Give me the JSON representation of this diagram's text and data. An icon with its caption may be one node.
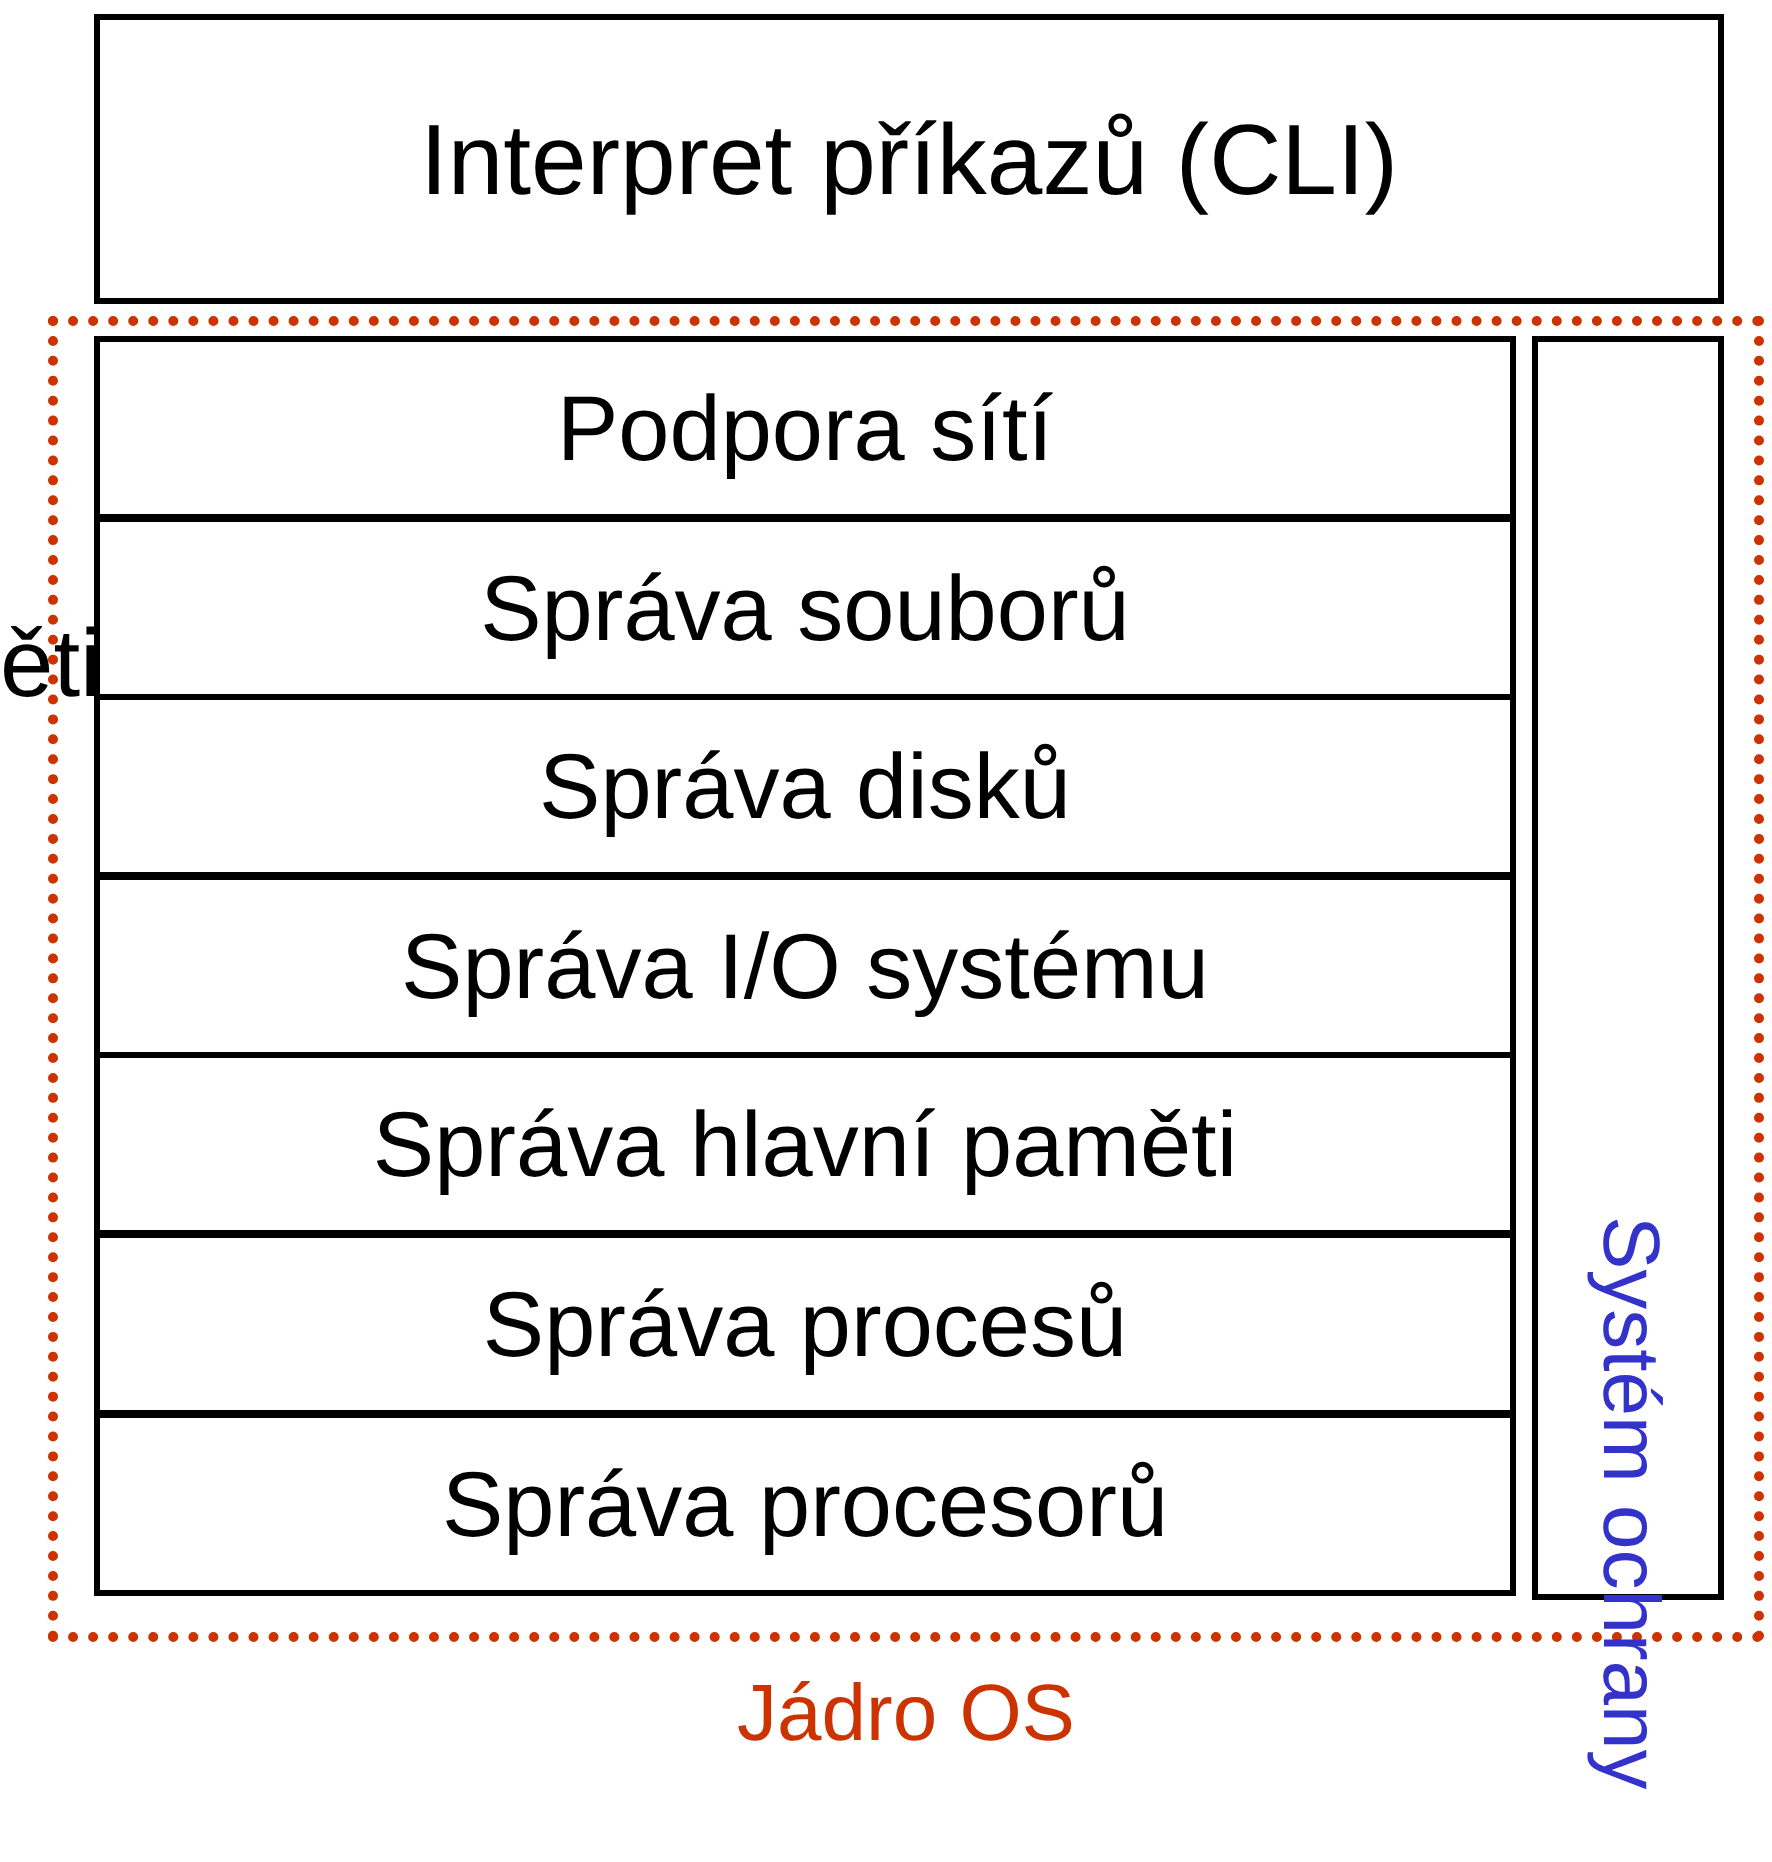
{
  "diagram": {
    "nodes": [
      {
        "text": [
          "Interpret příkazů (CLI)"
        ]
      },
      {
        "text": [
          "Jádro OS"
        ]
      },
      {
        "text": [
          "Podpora sítí"
        ],
        "in": 1
      },
      {
        "text": [
          "Správa souborů"
        ],
        "in": 1
      },
      {
        "text": [
          "Správa disků"
        ],
        "in": 1
      },
      {
        "text": [
          "Správa I/O systému"
        ],
        "in": 1
      },
      {
        "text": [
          "Správa hlavní paměti"
        ],
        "in": 1
      },
      {
        "text": [
          "Správa procesů"
        ],
        "in": 1
      },
      {
        "text": [
          "Správa procesorů"
        ],
        "in": 1
      },
      {
        "text": [
          "Systém ochrany"
        ],
        "in": 1
      }
    ],
    "labels": [
      "ěti"
    ]
  }
}
